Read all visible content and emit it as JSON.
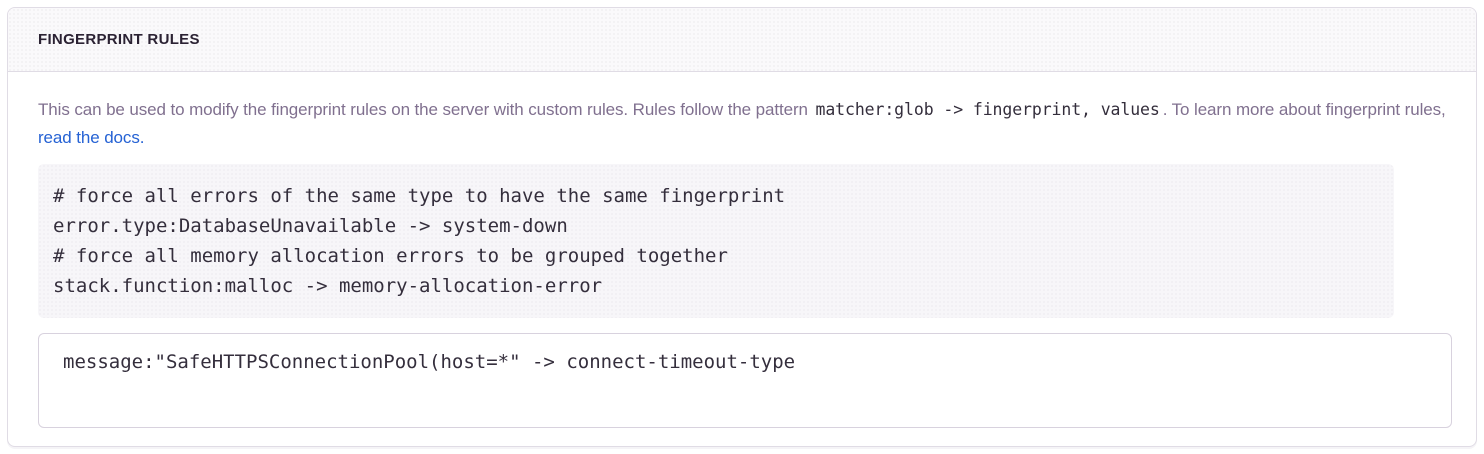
{
  "panel": {
    "title": "FINGERPRINT RULES",
    "description": {
      "part1": "This can be used to modify the fingerprint rules on the server with custom rules. Rules follow the pattern",
      "pattern_code": "matcher:glob -> fingerprint, values",
      "part2": ". To learn more about fingerprint rules,",
      "link_label": "read the docs."
    },
    "example_code": "# force all errors of the same type to have the same fingerprint\nerror.type:DatabaseUnavailable -> system-down\n# force all memory allocation errors to be grouped together\nstack.function:malloc -> memory-allocation-error",
    "textarea_value": "message:\"SafeHTTPSConnectionPool(host=*\" -> connect-timeout-type"
  },
  "colors": {
    "panel_border": "#e0dce5",
    "header_background": "#faf9fb",
    "title_text": "#2b2233",
    "description_text": "#80708f",
    "link_blue": "#2562d4",
    "code_text": "#342e3c",
    "code_background": "#f7f6f9",
    "input_border": "#d8d2de"
  }
}
